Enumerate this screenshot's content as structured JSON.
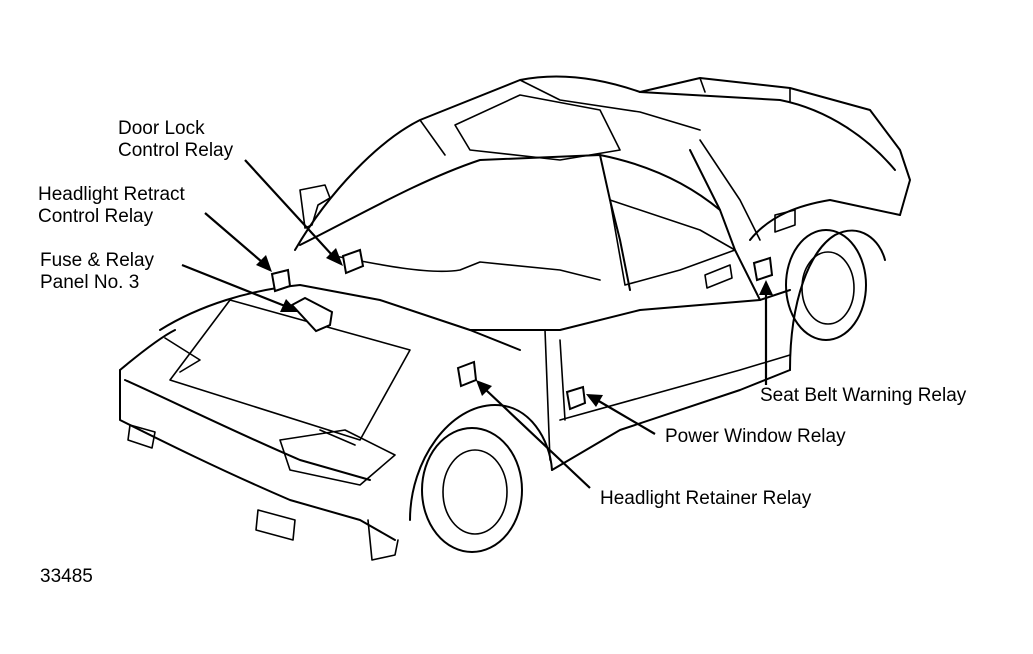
{
  "labels": {
    "door_lock": [
      "Door Lock",
      "Control Relay"
    ],
    "headlight_retract": [
      "Headlight Retract",
      "Control Relay"
    ],
    "fuse_relay": [
      "Fuse & Relay",
      "Panel No. 3"
    ],
    "seat_belt": "Seat Belt Warning Relay",
    "power_window": "Power Window Relay",
    "headlight_retainer": "Headlight Retainer Relay",
    "figure_number": "33485"
  }
}
